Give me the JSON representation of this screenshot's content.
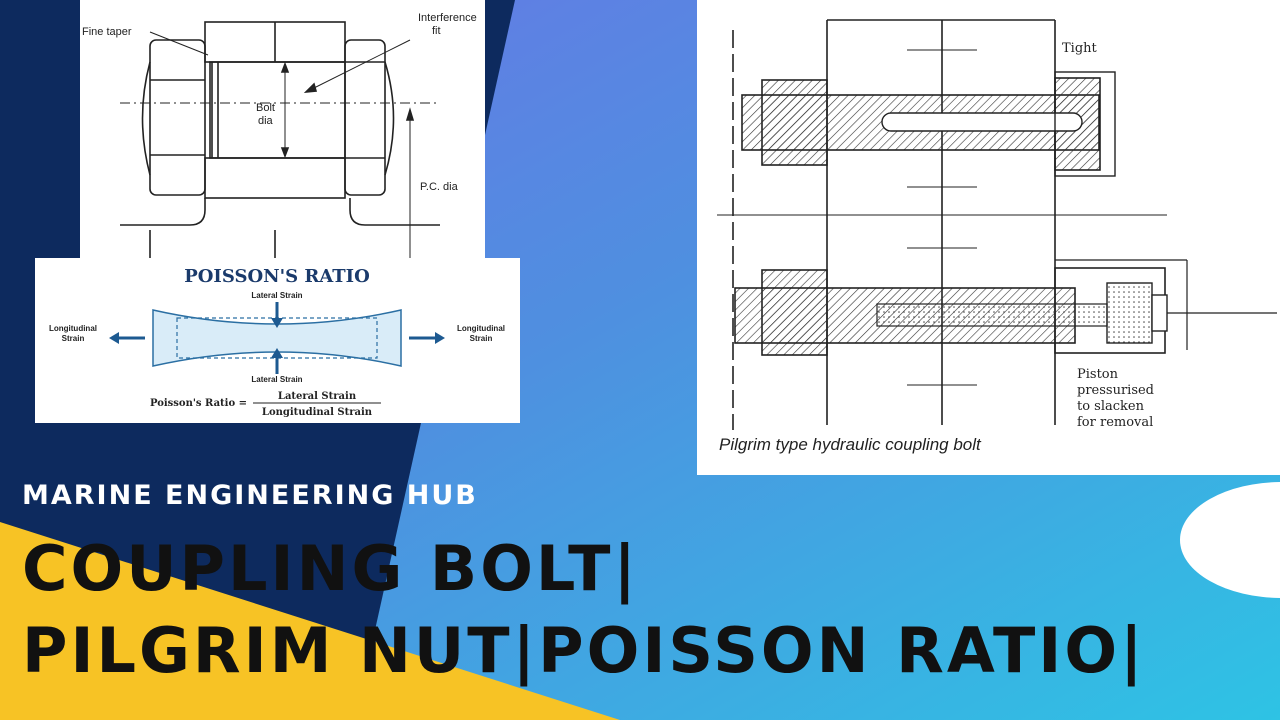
{
  "colors": {
    "dark_navy": "#0d2a5e",
    "blue_gradient_top": "#5c7fe0",
    "cyan": "#38b6e0",
    "yellow": "#f7c325",
    "title_text": "#111111",
    "site_text": "#ffffff"
  },
  "bolt_diagram": {
    "fine_taper": "Fine taper",
    "interference": "Interference",
    "fit": "fit",
    "bolt": "Bolt",
    "dia": "dia",
    "pc_dia": "P.C. dia"
  },
  "poisson_diagram": {
    "title": "POISSON'S RATIO",
    "lateral_strain_top": "Lateral Strain",
    "lateral_strain_bottom": "Lateral Strain",
    "longitudinal_left_1": "Longitudinal",
    "longitudinal_left_2": "Strain",
    "longitudinal_right_1": "Longitudinal",
    "longitudinal_right_2": "Strain",
    "formula_lhs": "Poisson's Ratio =",
    "formula_numerator": "Lateral Strain",
    "formula_denominator": "Longitudinal Strain"
  },
  "pilgrim_diagram": {
    "tight": "Tight",
    "piston_1": "Piston",
    "piston_2": "pressurised",
    "piston_3": "to slacken",
    "piston_4": "for removal",
    "caption": "Pilgrim type hydraulic coupling bolt"
  },
  "site_name": "MARINE ENGINEERING HUB",
  "title_line_1": "COUPLING BOLT|",
  "title_line_2": "PILGRIM NUT|POISSON RATIO|"
}
